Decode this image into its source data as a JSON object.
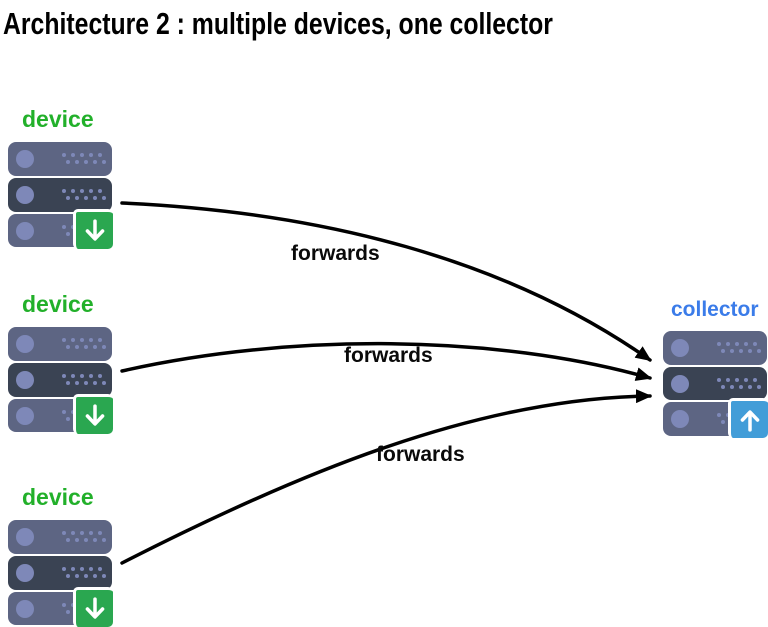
{
  "title": "Architecture 2 : multiple devices, one collector",
  "nodes": {
    "devices": [
      {
        "label": "device",
        "badge_icon": "download-arrow"
      },
      {
        "label": "device",
        "badge_icon": "download-arrow"
      },
      {
        "label": "device",
        "badge_icon": "download-arrow"
      }
    ],
    "collector": {
      "label": "collector",
      "badge_icon": "upload-arrow"
    }
  },
  "arrows": [
    {
      "from": "device-1",
      "to": "collector",
      "label": "forwards"
    },
    {
      "from": "device-2",
      "to": "collector",
      "label": "forwards"
    },
    {
      "from": "device-3",
      "to": "collector",
      "label": "forwards"
    }
  ],
  "colors": {
    "device_label": "#22b02a",
    "collector_label": "#3b7ce9",
    "slab_light": "#5d6583",
    "slab_dark": "#3a4353",
    "knob": "#7e88b8",
    "badge_green": "#2aa750",
    "badge_blue": "#429dd8",
    "arrow": "#000000",
    "background": "#ffffff",
    "title_color": "#000000"
  }
}
